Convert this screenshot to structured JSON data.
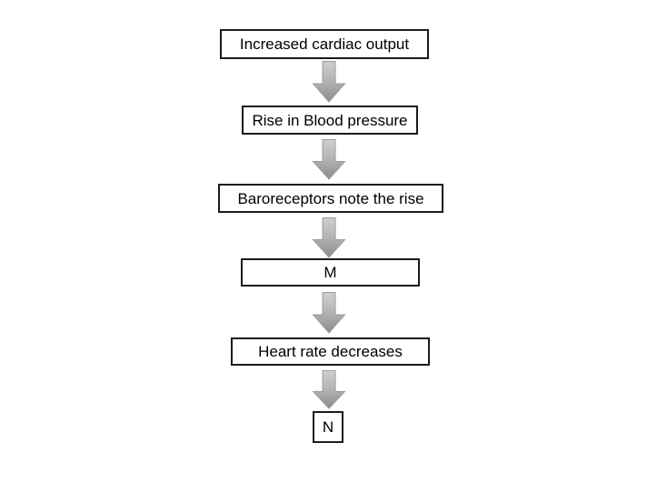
{
  "diagram": {
    "type": "flowchart",
    "direction": "top-to-bottom",
    "background_color": "#ffffff",
    "box_fill_color": "#ffffff",
    "box_border_color": "#1b1b1b",
    "text_color": "#000000",
    "arrow_style": {
      "shape": "block-arrow-down",
      "gradient_top": "#cfcfcf",
      "gradient_mid": "#b3b3b3",
      "gradient_bottom": "#8b8b8b",
      "stroke": "#9b9b9b"
    },
    "nodes": [
      {
        "id": "node-1",
        "label": "Increased cardiac output"
      },
      {
        "id": "node-2",
        "label": "Rise in Blood pressure"
      },
      {
        "id": "node-3",
        "label": "Baroreceptors note the rise"
      },
      {
        "id": "node-4",
        "label": "M"
      },
      {
        "id": "node-5",
        "label": "Heart rate decreases"
      },
      {
        "id": "node-6",
        "label": "N"
      }
    ],
    "edges": [
      {
        "from": "node-1",
        "to": "node-2"
      },
      {
        "from": "node-2",
        "to": "node-3"
      },
      {
        "from": "node-3",
        "to": "node-4"
      },
      {
        "from": "node-4",
        "to": "node-5"
      },
      {
        "from": "node-5",
        "to": "node-6"
      }
    ]
  }
}
